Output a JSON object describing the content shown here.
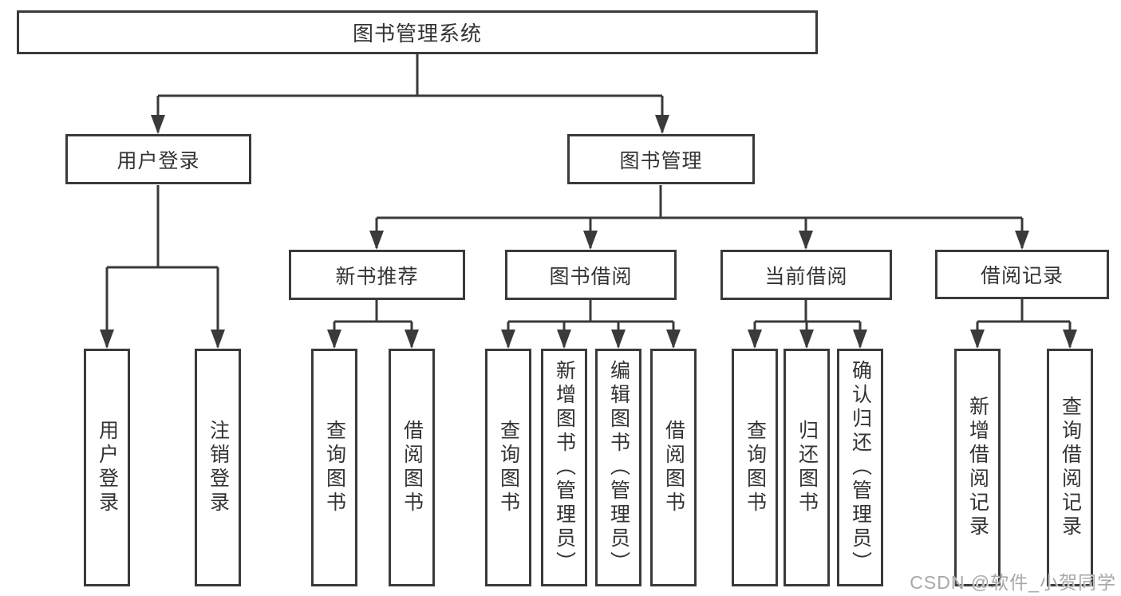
{
  "diagram_title": "图书管理系统",
  "tree": {
    "root": "图书管理系统",
    "children": [
      {
        "label": "用户登录",
        "children": [
          "用户登录",
          "注销登录"
        ]
      },
      {
        "label": "图书管理",
        "children": [
          {
            "label": "新书推荐",
            "children": [
              "查询图书",
              "借阅图书"
            ]
          },
          {
            "label": "图书借阅",
            "children": [
              "查询图书",
              "新增图书（管理员）",
              "编辑图书（管理员）",
              "借阅图书"
            ]
          },
          {
            "label": "当前借阅",
            "children": [
              "查询图书",
              "归还图书",
              "确认归还（管理员）"
            ]
          },
          {
            "label": "借阅记录",
            "children": [
              "新增借阅记录",
              "查询借阅记录"
            ]
          }
        ]
      }
    ]
  },
  "watermark": "CSDN @软件_小贺同学",
  "colors": {
    "line": "#3a3a3a",
    "text": "#333333",
    "background": "#ffffff",
    "watermark_gray": "#a8a8a8"
  }
}
